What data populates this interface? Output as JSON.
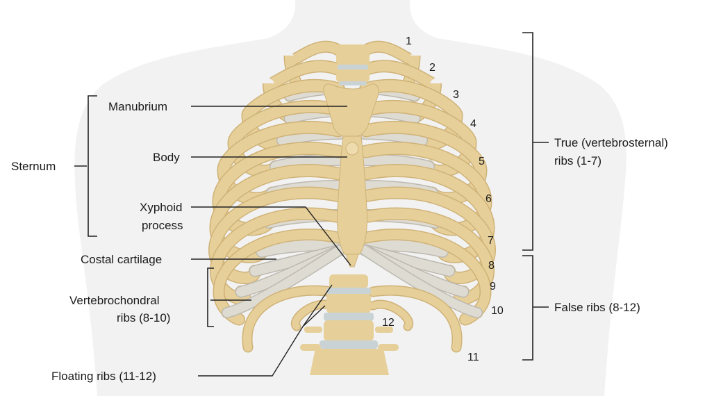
{
  "labels": {
    "sternum": "Sternum",
    "manubrium": "Manubrium",
    "body": "Body",
    "xyphoid_line1": "Xyphoid",
    "xyphoid_line2": "process",
    "costal_cartilage": "Costal cartilage",
    "vertebrochondral_line1": "Vertebrochondral",
    "vertebrochondral_line2": "ribs (8-10)",
    "floating_ribs": "Floating ribs (11-12)",
    "true_ribs_line1": "True (vertebrosternal)",
    "true_ribs_line2": "ribs (1-7)",
    "false_ribs": "False ribs (8-12)"
  },
  "rib_numbers": [
    "1",
    "2",
    "3",
    "4",
    "5",
    "6",
    "7",
    "8",
    "9",
    "10",
    "11",
    "12"
  ],
  "colors": {
    "bone": "#e6cf99",
    "bone_edge": "#cfb277",
    "cartilage": "#dedbd3",
    "body_silhouette": "#f2f2f2",
    "vertebra_disc": "#c9d3d6"
  }
}
